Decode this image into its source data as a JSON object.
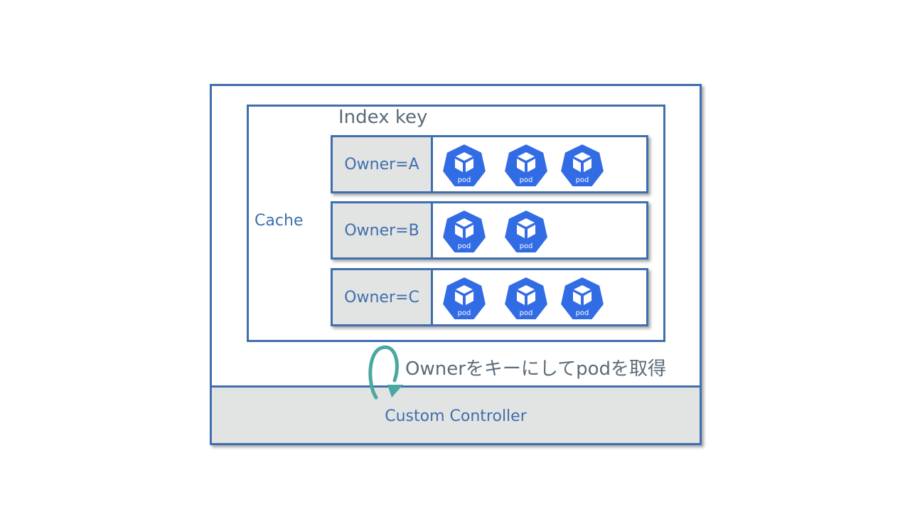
{
  "controller": {
    "label": "Custom Controller"
  },
  "cache": {
    "label": "Cache",
    "index_label": "Index key"
  },
  "rows": [
    {
      "key": "Owner=A",
      "pods": [
        "pod",
        "pod",
        "pod"
      ]
    },
    {
      "key": "Owner=B",
      "pods": [
        "pod",
        "pod"
      ]
    },
    {
      "key": "Owner=C",
      "pods": [
        "pod",
        "pod",
        "pod"
      ]
    }
  ],
  "loop": {
    "label": "Ownerをキーにしてpodを取得",
    "color": "#4aa8a0"
  },
  "colors": {
    "border": "#3f6fad",
    "fill": "#e2e3e3",
    "pod": "#326ce5"
  }
}
